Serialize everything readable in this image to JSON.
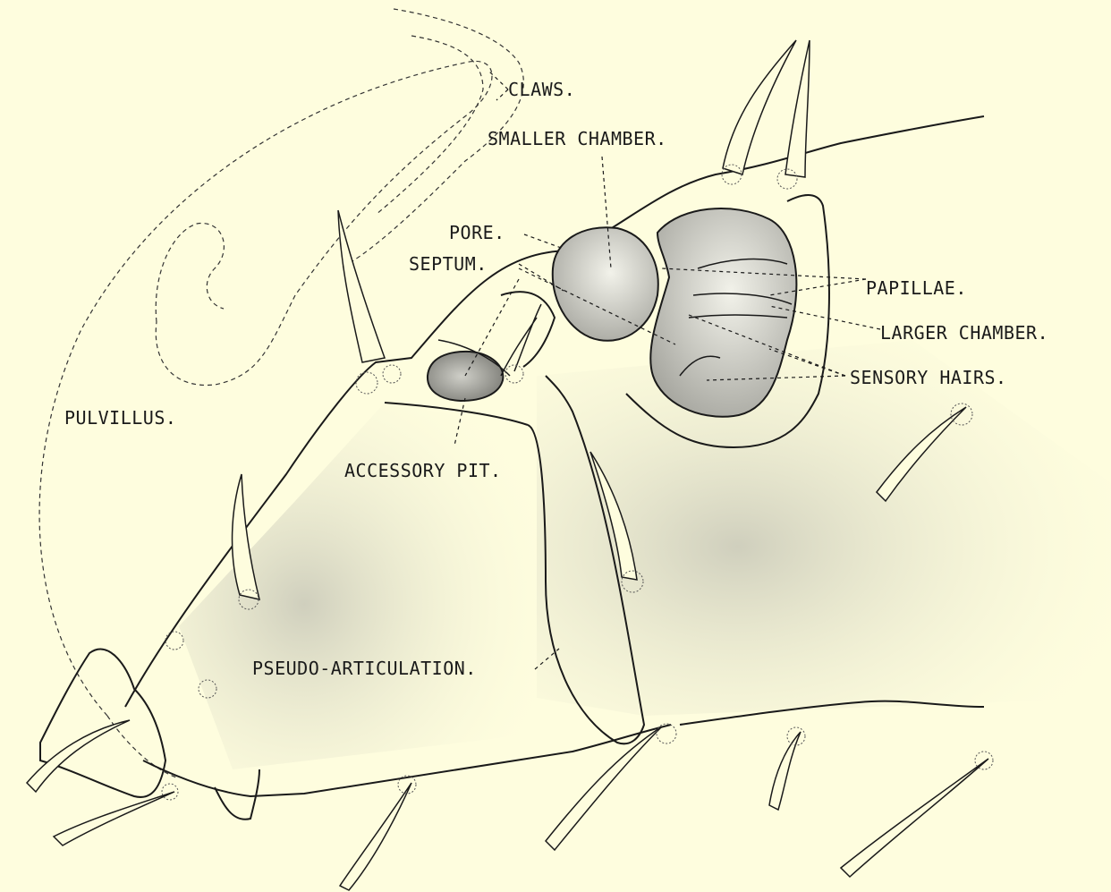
{
  "diagram": {
    "labels": {
      "claws": "CLAWS.",
      "smaller_chamber": "SMALLER CHAMBER.",
      "pore": "PORE.",
      "septum": "SEPTUM.",
      "papillae": "PAPILLAE.",
      "larger_chamber": "LARGER CHAMBER.",
      "sensory_hairs": "SENSORY HAIRS.",
      "pulvillus": "PULVILLUS.",
      "accessory_pit": "ACCESSORY PIT.",
      "pseudo_articulation": "PSEUDO-ARTICULATION."
    },
    "colors": {
      "background": "#fefdde",
      "ink": "#1a1a1a",
      "shade": "#b9b9b0",
      "chamber_fill": "#8f8f88"
    }
  }
}
